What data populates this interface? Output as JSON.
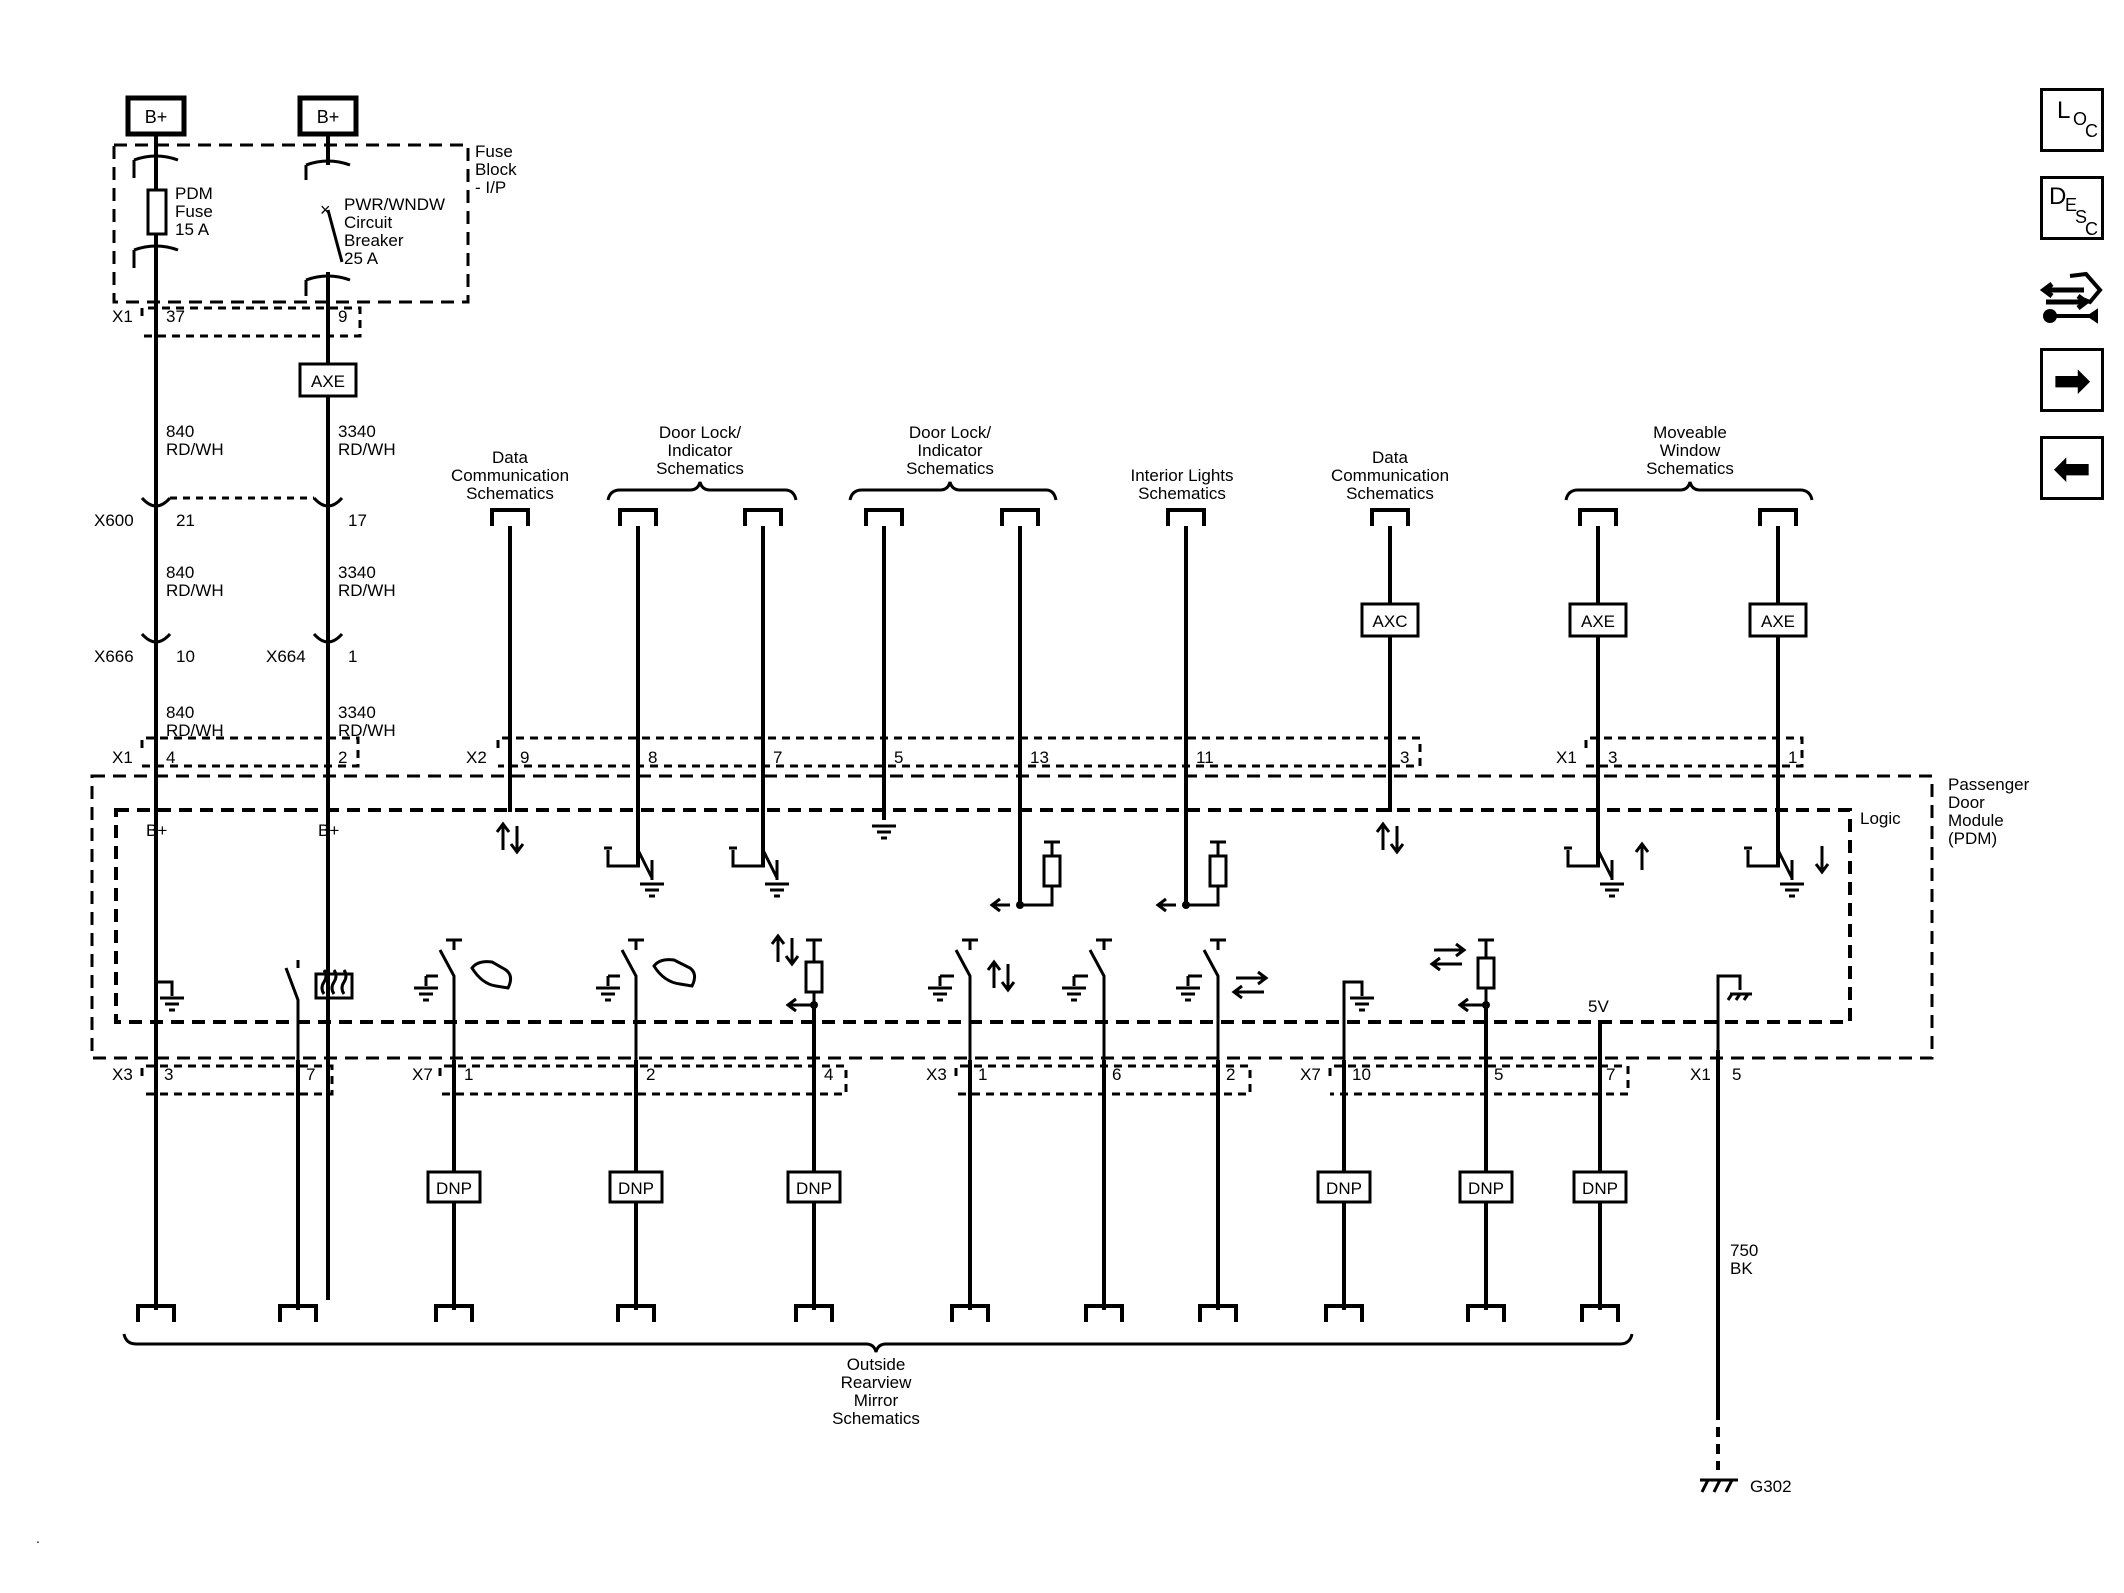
{
  "supply": {
    "left_label": "B+",
    "right_label": "B+"
  },
  "fuse_block": {
    "title_line1": "Fuse",
    "title_line2": "Block",
    "title_line3": "- I/P",
    "fuse_line1": "PDM",
    "fuse_line2": "Fuse",
    "fuse_line3": "15 A",
    "breaker_line1": "PWR/WNDW",
    "breaker_line2": "Circuit",
    "breaker_line3": "Breaker",
    "breaker_line4": "25 A",
    "connector": "X1",
    "pin_left": "37",
    "pin_right": "9"
  },
  "axe_top": "AXE",
  "wires": {
    "left_circuit": "840",
    "left_color": "RD/WH",
    "right_circuit": "3340",
    "right_color": "RD/WH",
    "ground_circuit": "750",
    "ground_color": "BK"
  },
  "inline_connectors": {
    "x600": "X600",
    "x600_pin_left": "21",
    "x600_pin_right": "17",
    "x666": "X666",
    "x666_pin": "10",
    "x664": "X664",
    "x664_pin": "1"
  },
  "top_references": [
    {
      "line1": "Data",
      "line2": "Communication",
      "line3": "Schematics"
    },
    {
      "line1": "Door Lock/",
      "line2": "Indicator",
      "line3": "Schematics"
    },
    {
      "line1": "Door Lock/",
      "line2": "Indicator",
      "line3": "Schematics"
    },
    {
      "line1": "Interior Lights",
      "line2": "Schematics"
    },
    {
      "line1": "Data",
      "line2": "Communication",
      "line3": "Schematics"
    },
    {
      "line1": "Moveable",
      "line2": "Window",
      "line3": "Schematics"
    }
  ],
  "top_tags": {
    "axc": "AXC",
    "axe1": "AXE",
    "axe2": "AXE"
  },
  "module_top_connectors": {
    "x1_left": "X1",
    "x1_pin4": "4",
    "x1_pin2": "2",
    "x2": "X2",
    "x2_pins": [
      "9",
      "8",
      "7",
      "5",
      "13",
      "11",
      "3"
    ],
    "x1_right": "X1",
    "x1_right_pins": [
      "3",
      "1"
    ]
  },
  "module": {
    "line1": "Passenger",
    "line2": "Door",
    "line3": "Module",
    "line4": "(PDM)",
    "logic": "Logic",
    "bplus_left": "B+",
    "bplus_right": "B+",
    "five_volt": "5V"
  },
  "module_bottom_connectors": {
    "x3_left": "X3",
    "x3_left_pins": [
      "3",
      "7"
    ],
    "x7_left": "X7",
    "x7_left_pins": [
      "1",
      "2",
      "4"
    ],
    "x3_mid": "X3",
    "x3_mid_pins": [
      "1",
      "6",
      "2"
    ],
    "x7_right": "X7",
    "x7_right_pins": [
      "10",
      "5",
      "7"
    ],
    "x1_ground": "X1",
    "x1_ground_pin": "5"
  },
  "dnp_tags": [
    "DNP",
    "DNP",
    "DNP",
    "DNP",
    "DNP",
    "DNP"
  ],
  "bottom_reference": {
    "line1": "Outside",
    "line2": "Rearview",
    "line3": "Mirror",
    "line4": "Schematics"
  },
  "ground": "G302",
  "nav": {
    "loc_big": "L",
    "loc_o": "O",
    "loc_c": "C",
    "desc_big": "D",
    "desc_e": "E",
    "desc_s": "S",
    "desc_c": "C",
    "forward_glyph": "➡",
    "back_glyph": "⬅",
    "connector_end_view_icon": "connector-end-view-icon"
  },
  "corner_mark": "."
}
